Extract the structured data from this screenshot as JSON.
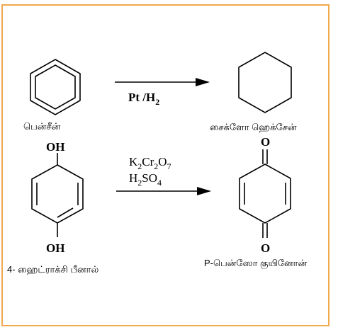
{
  "reaction1": {
    "reactant_label": "பென்சீன்",
    "reagent": {
      "a": "Pt /H",
      "sub": "2"
    },
    "product_label": "சைக்ளோ ஹெக்சேன்"
  },
  "reaction2": {
    "reactant_top_group": "OH",
    "reactant_bottom_group": "OH",
    "reactant_label": "4- ஹைட்ராக்சி பீனால்",
    "reagent_line1": {
      "a": "K",
      "s1": "2",
      "b": "Cr",
      "s2": "2",
      "c": "O",
      "s3": "7"
    },
    "reagent_line2": {
      "a": "H",
      "s1": "2",
      "b": "SO",
      "s2": "4"
    },
    "product_top_group": "O",
    "product_bottom_group": "O",
    "product_label": "P-பென்ஸோ குயினோன்"
  },
  "colors": {
    "frame_border": "#f0a94b",
    "ink": "#000000"
  }
}
